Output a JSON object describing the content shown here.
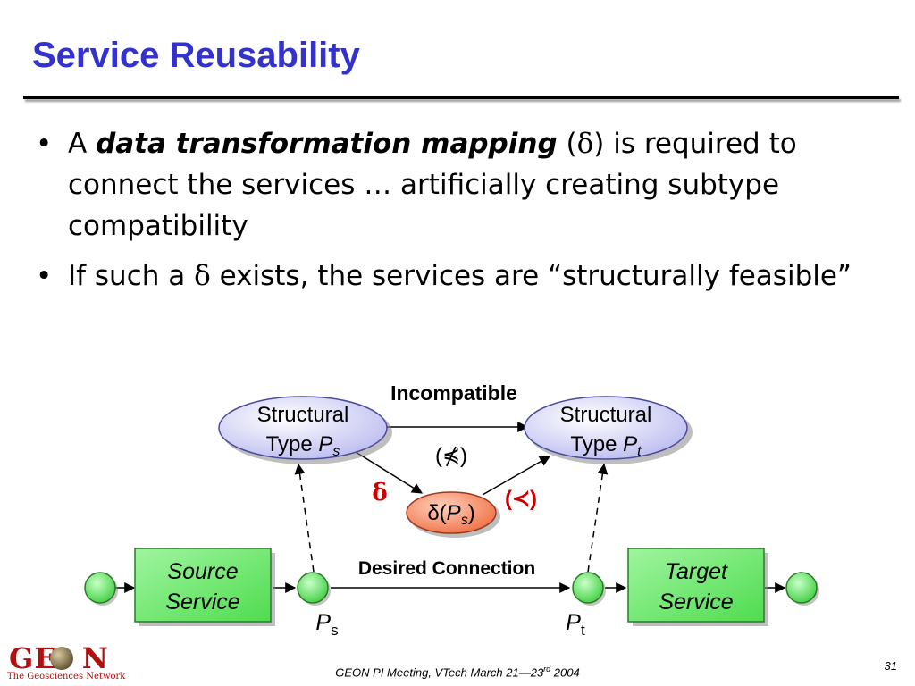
{
  "slide": {
    "title": "Service Reusability"
  },
  "bullets": [
    {
      "prefix": "A ",
      "emphasis": "data transformation mapping",
      "open": " (",
      "delta": "δ",
      "suffix": ") is required to connect the services … artificially creating subtype compatibility"
    },
    {
      "prefix": "If such a ",
      "delta": "δ",
      "suffix": " exists, the services are “structurally feasible”"
    }
  ],
  "diagram": {
    "incompatible_label": "Incompatible",
    "not_subtype_label": "(⋠)",
    "subtype_label": "(≺)",
    "delta_label": "δ",
    "source_type": {
      "line1": "Structural",
      "line2": "Type ",
      "var": "P",
      "sub": "s"
    },
    "target_type": {
      "line1": "Structural",
      "line2": "Type ",
      "var": "P",
      "sub": "t"
    },
    "mapping_node": {
      "prefix": "δ(",
      "var": "P",
      "sub": "s",
      "suffix": ")"
    },
    "source_service": {
      "line1": "Source",
      "line2": "Service"
    },
    "target_service": {
      "line1": "Target",
      "line2": "Service"
    },
    "desired_connection_label": "Desired Connection",
    "port_source": {
      "var": "P",
      "sub": "s"
    },
    "port_target": {
      "var": "P",
      "sub": "t"
    }
  },
  "footer": {
    "text_before": "GEON PI Meeting, VTech March 21—23",
    "sup": "rd",
    "text_after": " 2004",
    "page_number": "31"
  },
  "logo": {
    "word_left": "GE",
    "word_right": "N",
    "subtitle": "The Geosciences Network"
  },
  "colors": {
    "title": "#3333cc",
    "accent_red": "#cc0000",
    "service_green": "#66ee66",
    "type_lavender": "#c8c8f4",
    "mapping_orange": "#f27b55"
  }
}
